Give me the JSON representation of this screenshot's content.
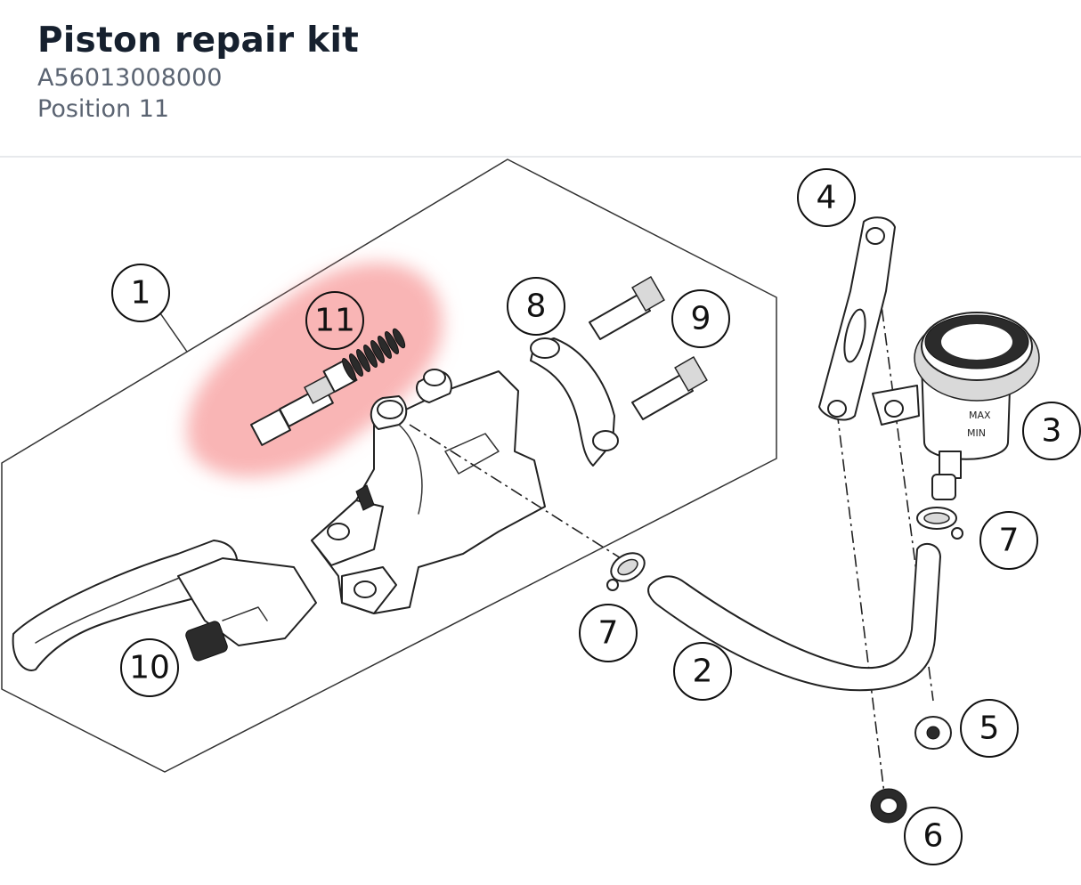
{
  "product": {
    "title": "Piston repair kit",
    "part_number": "A56013008000",
    "position": "Position 11"
  },
  "diagram": {
    "highlight_color": "#f7a3a3",
    "highlighted_callout": "11",
    "callouts": {
      "c1": "1",
      "c2": "2",
      "c3": "3",
      "c4": "4",
      "c5": "5",
      "c6": "6",
      "c7a": "7",
      "c7b": "7",
      "c8": "8",
      "c9": "9",
      "c10": "10",
      "c11": "11"
    },
    "reservoir_labels": {
      "max": "MAX",
      "min": "MIN"
    }
  }
}
